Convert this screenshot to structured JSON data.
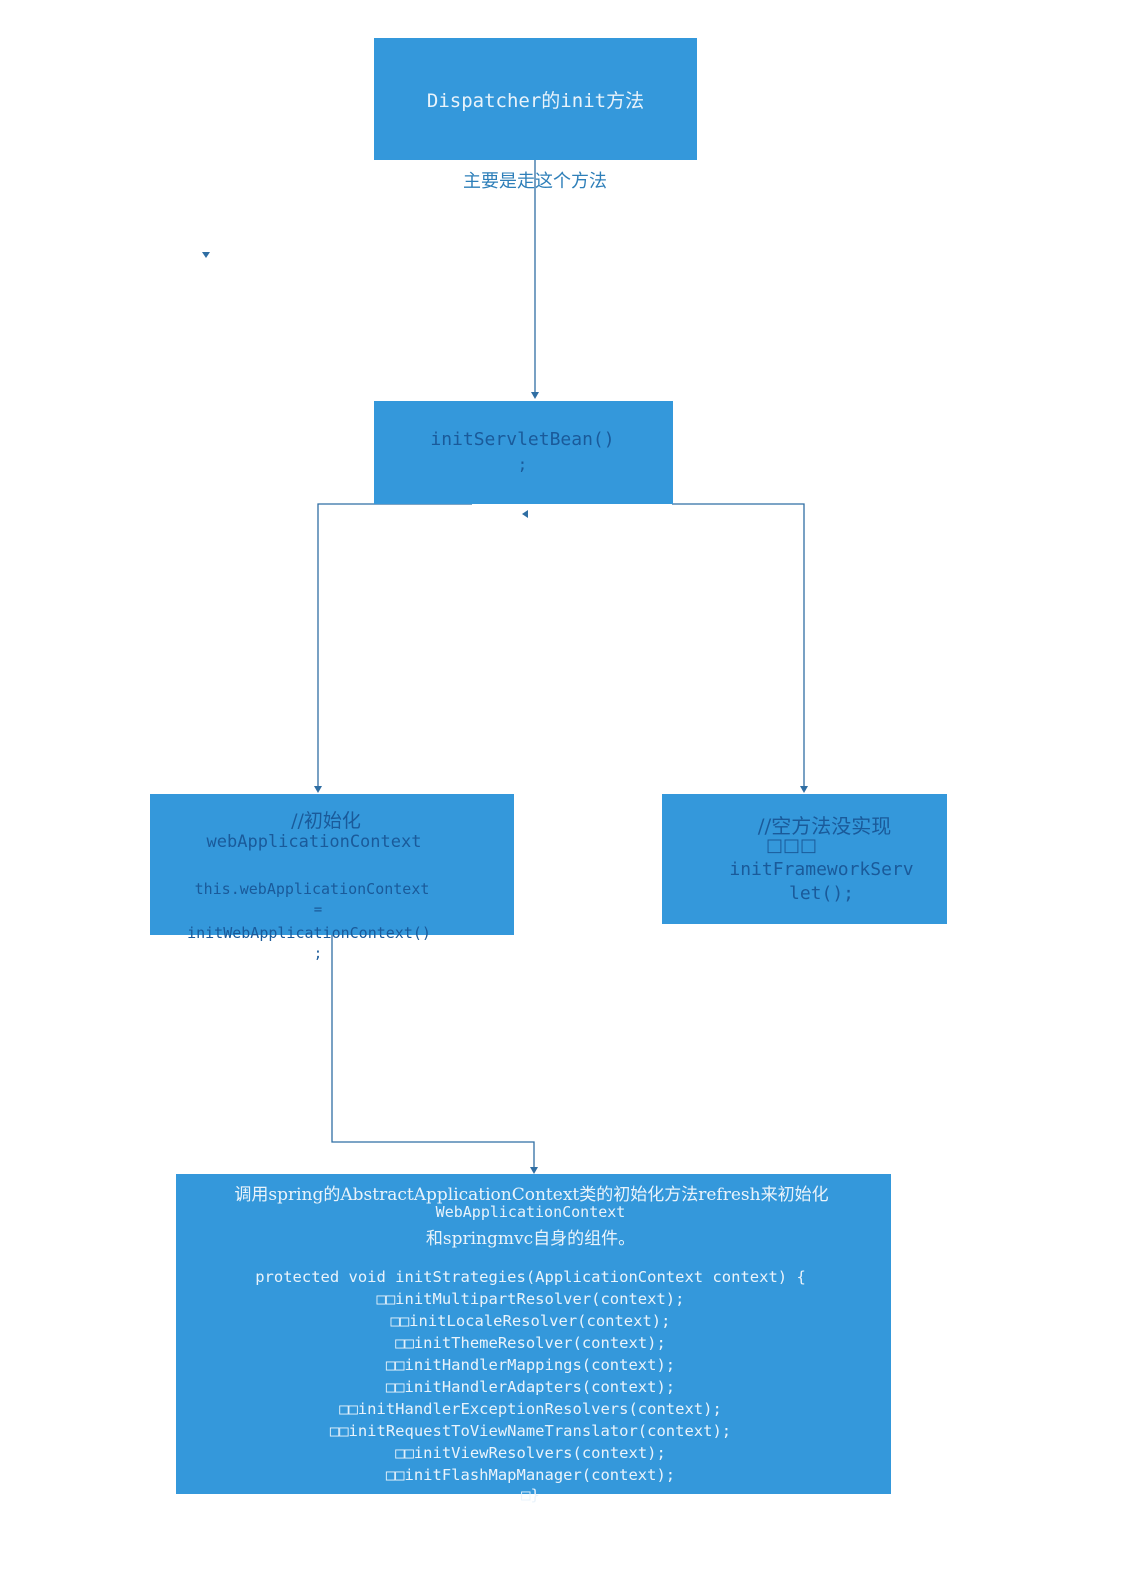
{
  "nodes": {
    "dispatcher_init": {
      "label": "Dispatcher的init方法"
    },
    "init_servlet_bean": {
      "line1": "initServletBean()",
      "line2": ";"
    },
    "init_web_app_context": {
      "line1": "//初始化",
      "line2": "webApplicationContext",
      "line3": "this.webApplicationContext",
      "line4": "=",
      "line5": "initWebApplicationContext()",
      "line6": ";"
    },
    "init_framework_servlet": {
      "line1": "//空方法没实现",
      "line2": "□□□",
      "line3": "initFrameworkServ",
      "line4": "let();"
    },
    "refresh_strategies": {
      "intro1": "调用spring的AbstractApplicationContext类的初始化方法refresh来初始化",
      "intro2": "WebApplicationContext",
      "intro3": "和springmvc自身的组件。",
      "code": [
        "protected void initStrategies(ApplicationContext context) {",
        "□□initMultipartResolver(context);",
        "□□initLocaleResolver(context);",
        "□□initThemeResolver(context);",
        "□□initHandlerMappings(context);",
        "□□initHandlerAdapters(context);",
        "□□initHandlerExceptionResolvers(context);",
        "□□initRequestToViewNameTranslator(context);",
        "□□initViewResolvers(context);",
        "□□initFlashMapManager(context);",
        "□}"
      ]
    }
  },
  "edges": {
    "dispatcher_to_servletbean": {
      "label": "主要是走这个方法"
    }
  },
  "colors": {
    "box": "#3498db",
    "line": "#2f6ea3",
    "label": "#2e7fb9"
  }
}
